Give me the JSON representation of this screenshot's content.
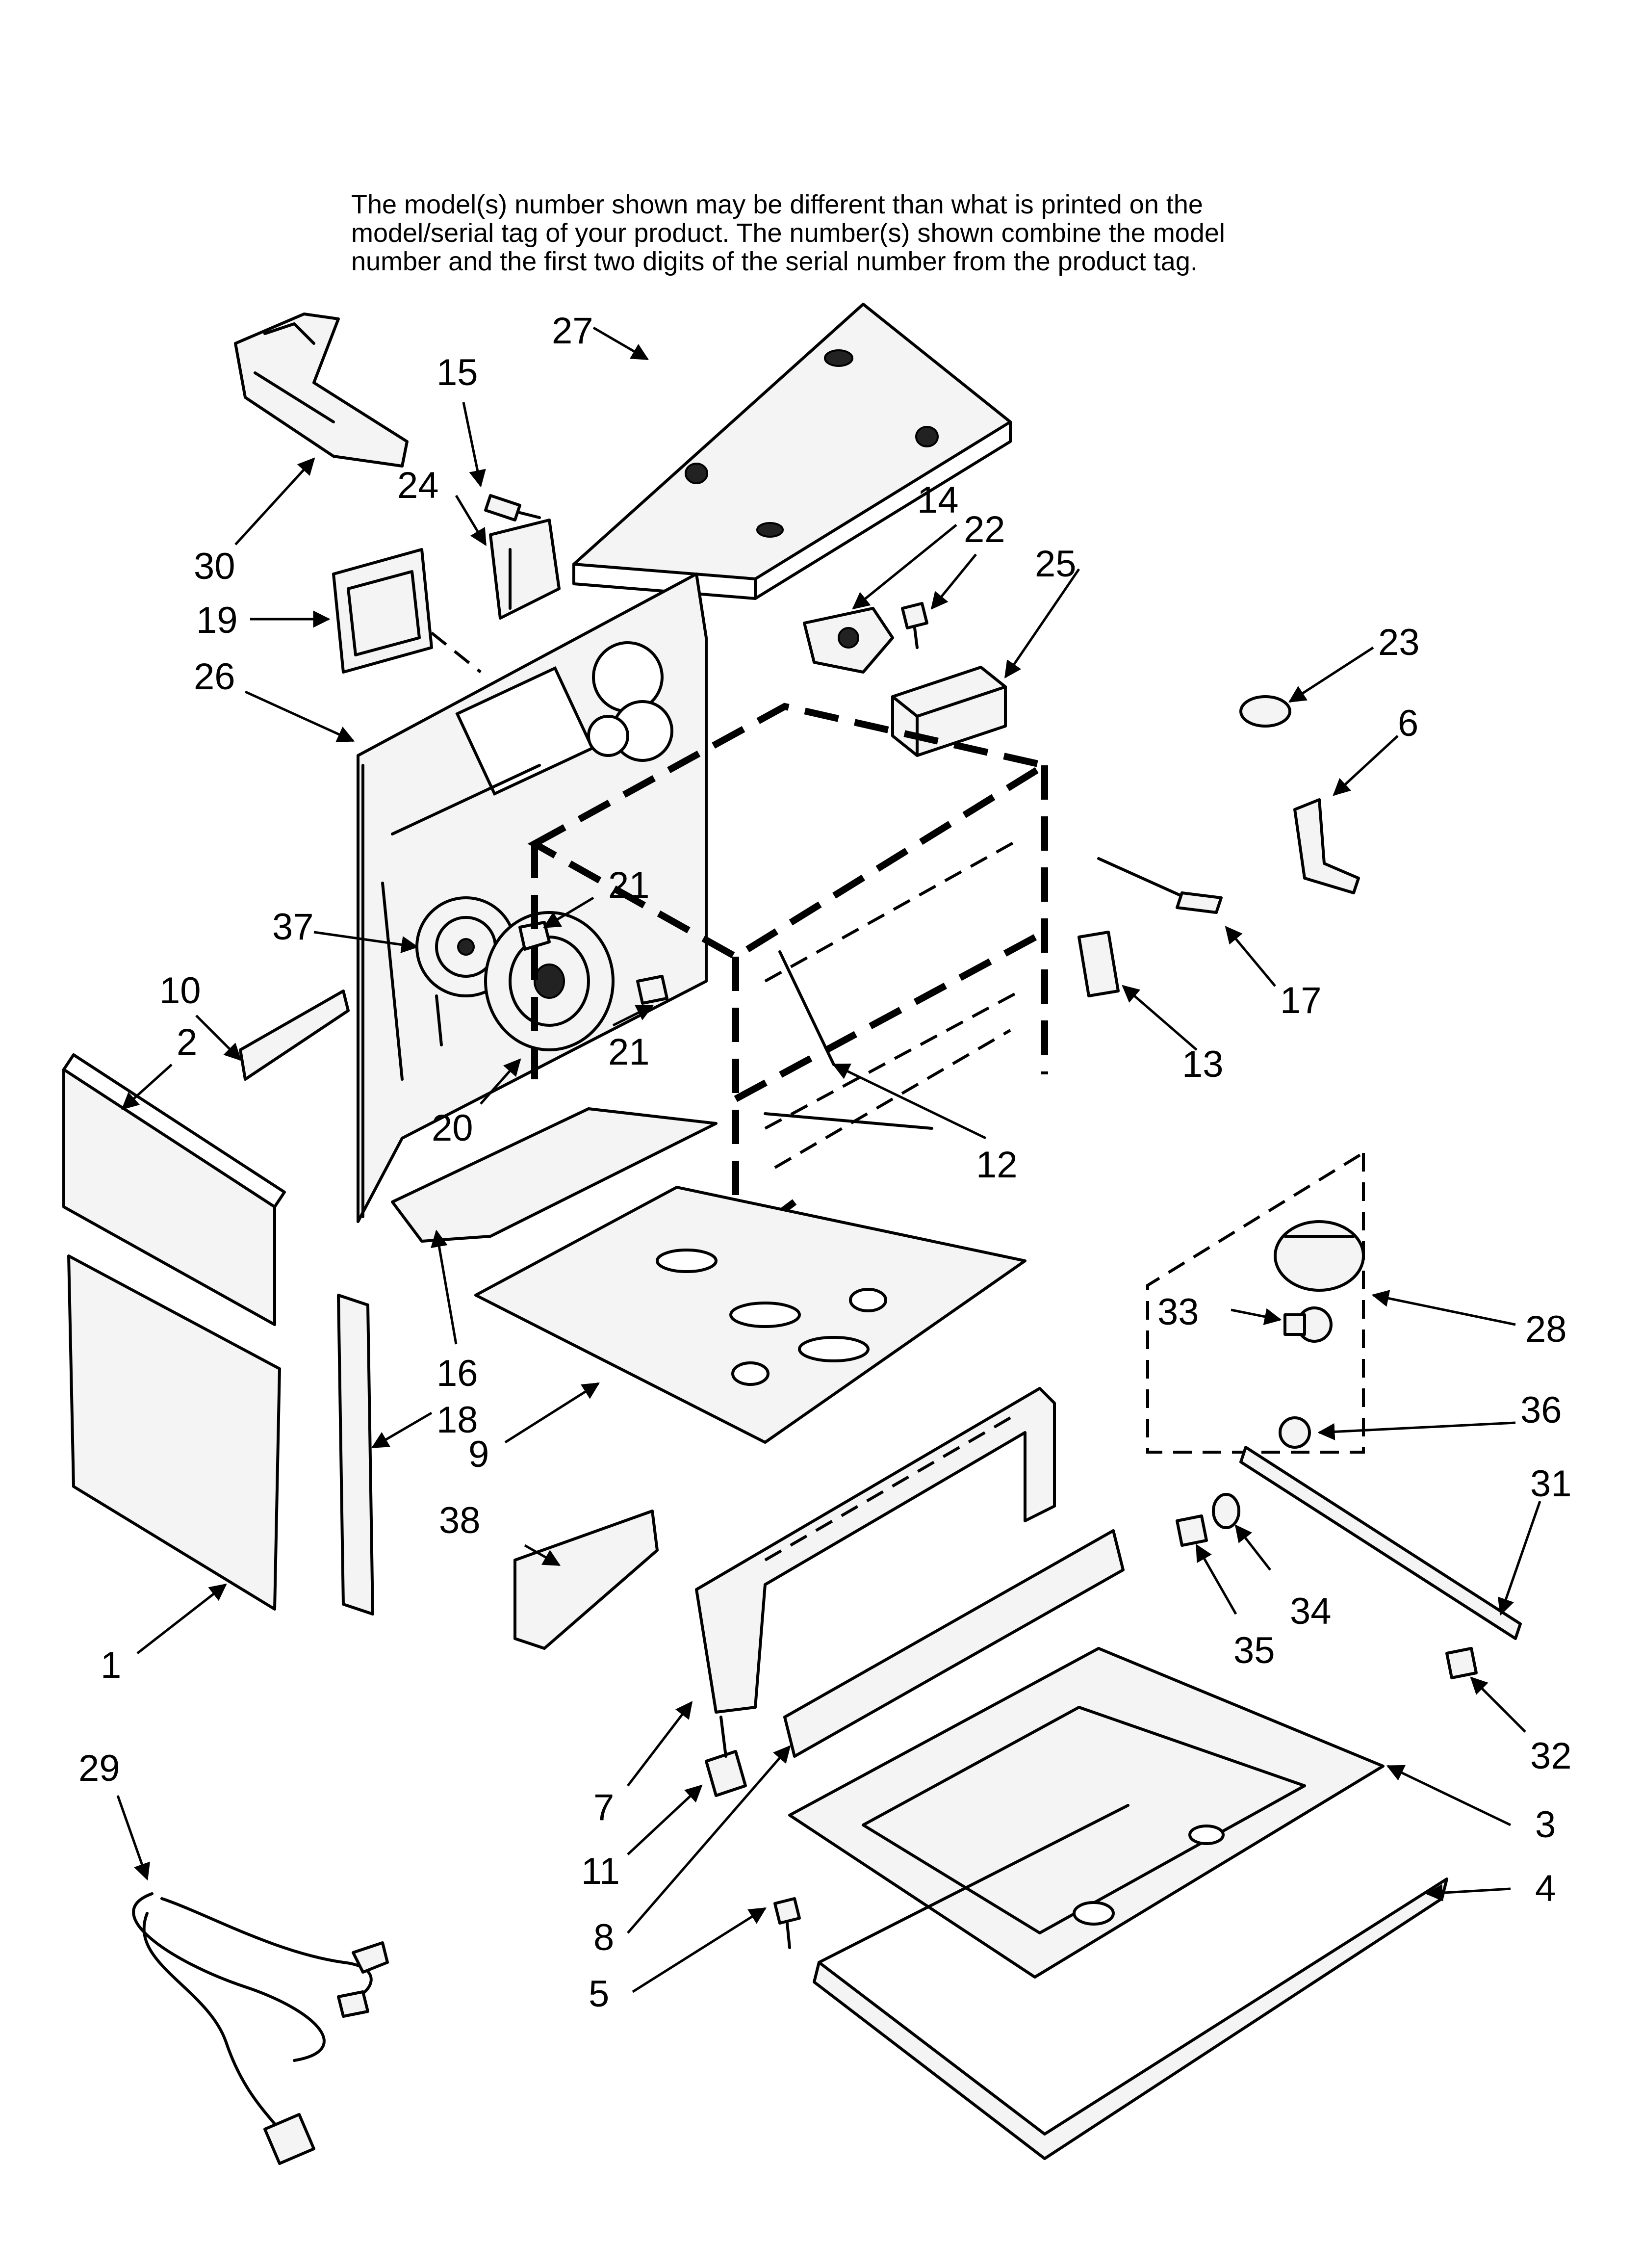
{
  "note": {
    "line1": "The model(s) number shown may be different than what is printed on the",
    "line2": "model/serial tag of your product. The number(s) shown combine the model",
    "line3": "number and the first two digits of the serial number from the product tag."
  },
  "callouts": [
    "1",
    "2",
    "3",
    "4",
    "5",
    "6",
    "7",
    "8",
    "9",
    "10",
    "11",
    "12",
    "13",
    "14",
    "15",
    "16",
    "17",
    "18",
    "19",
    "20",
    "21",
    "21",
    "22",
    "23",
    "24",
    "25",
    "26",
    "27",
    "28",
    "29",
    "30",
    "31",
    "32",
    "33",
    "34",
    "35",
    "36",
    "37",
    "38"
  ]
}
